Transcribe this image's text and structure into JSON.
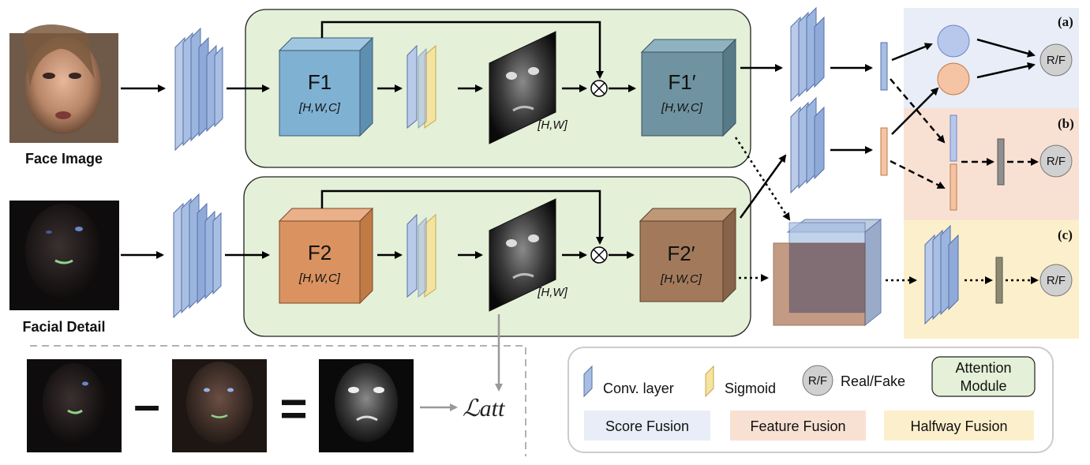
{
  "inputs": {
    "face_image_label": "Face Image",
    "facial_detail_label": "Facial Detail"
  },
  "attention": {
    "f1_label": "F1",
    "f1_prime_label": "F1′",
    "f2_label": "F2",
    "f2_prime_label": "F2′",
    "cube_dims": "[H,W,C]",
    "map_dims": "[H,W]"
  },
  "fusion_panels": {
    "a_label": "(a)",
    "b_label": "(b)",
    "c_label": "(c)",
    "rf_label": "R/F"
  },
  "loss": {
    "label": "ℒatt"
  },
  "legend": {
    "conv_layer": "Conv. layer",
    "sigmoid": "Sigmoid",
    "rf_symbol": "R/F",
    "real_fake": "Real/Fake",
    "attention_module_line1": "Attention",
    "attention_module_line2": "Module",
    "score_fusion": "Score Fusion",
    "feature_fusion": "Feature Fusion",
    "halfway_fusion": "Halfway Fusion"
  },
  "colors": {
    "attention_bg": "#e4f0d8",
    "score_bg": "#e8edf7",
    "feature_bg": "#f8e1d3",
    "halfway_bg": "#fcefcb",
    "f1_blue": "#7fb1d3",
    "f1_prime": "#6f93a0",
    "f2_orange": "#d99260",
    "f2_prime": "#a27a5b",
    "conv_blue": "#a8bfe3"
  }
}
